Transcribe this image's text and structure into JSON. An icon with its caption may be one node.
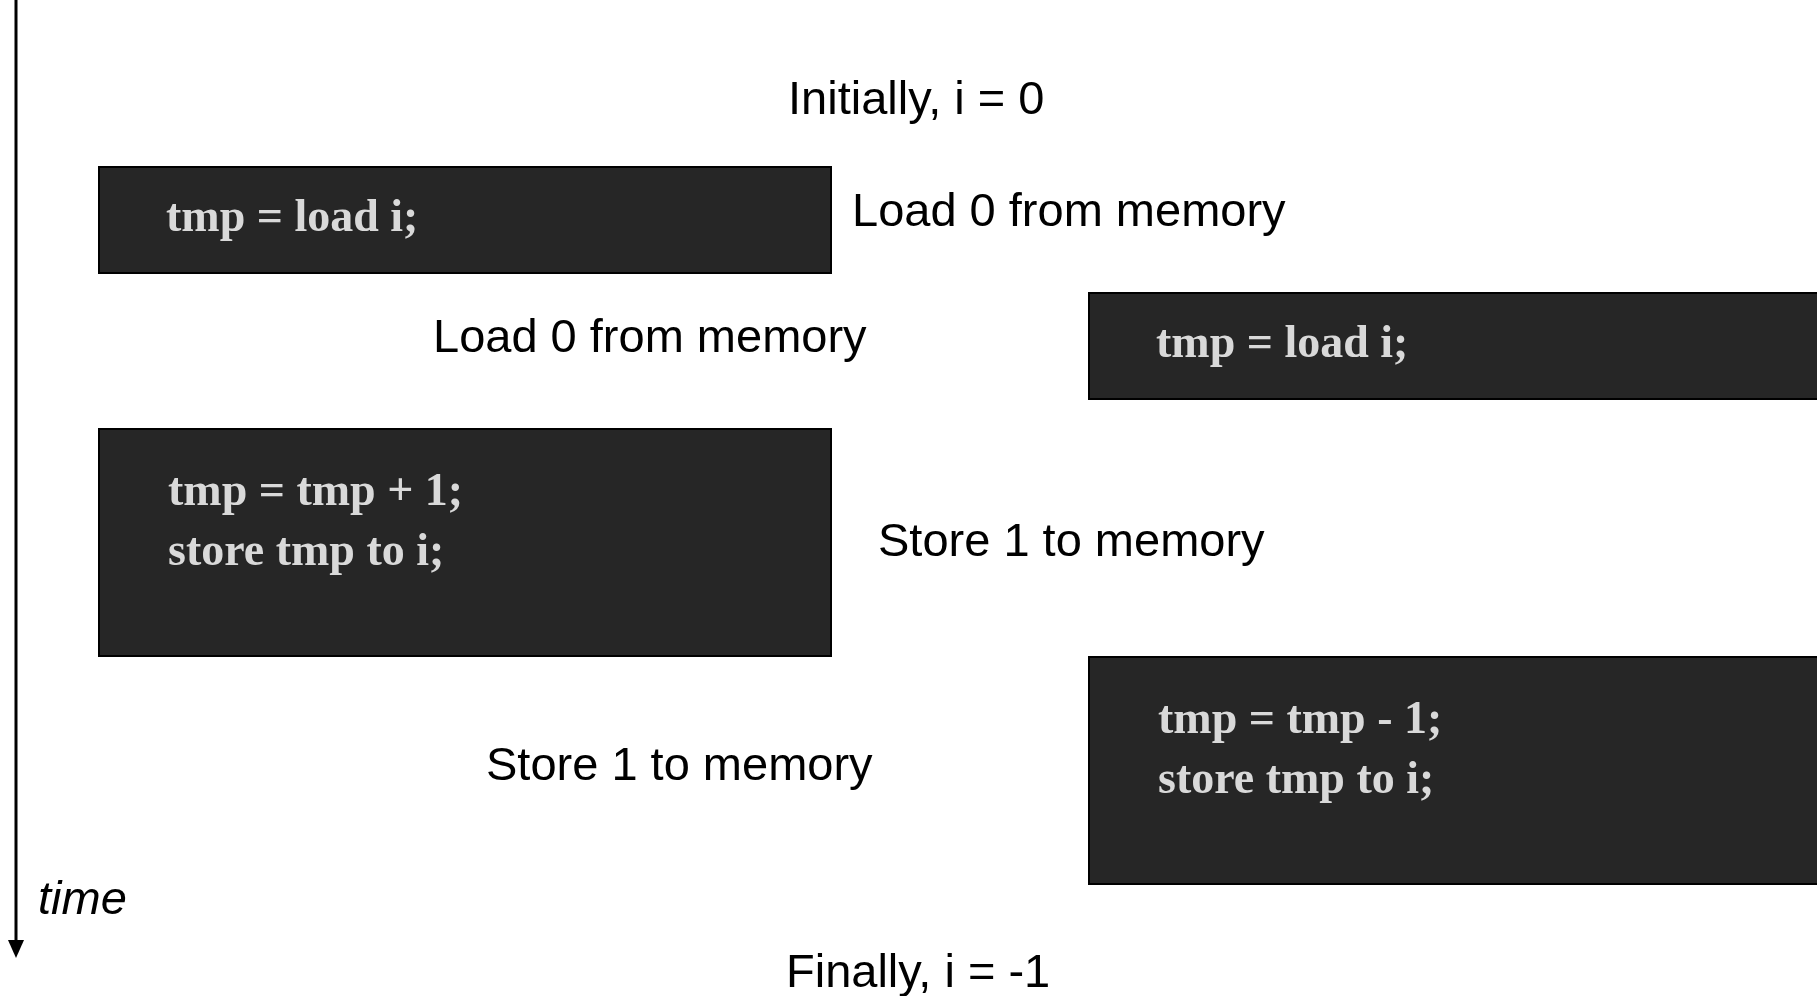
{
  "diagram": {
    "nodes": [
      {
        "text": [
          "tmp = load i;"
        ]
      },
      {
        "text": [
          "tmp = load i;"
        ]
      },
      {
        "text": [
          "tmp = tmp + 1;",
          "store tmp to i;"
        ]
      },
      {
        "text": [
          "tmp = tmp - 1;",
          "store tmp to i;"
        ]
      }
    ],
    "edges": [],
    "labels": [
      "Initially, i = 0",
      "Load 0 from memory",
      "Load 0 from memory",
      "Store 1 to memory",
      "Store 1 to memory",
      "time",
      "Finally, i = -1"
    ]
  }
}
